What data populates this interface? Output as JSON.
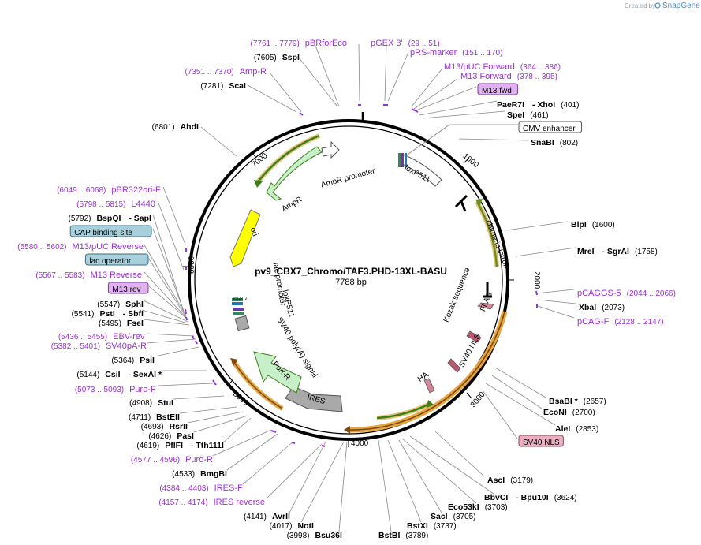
{
  "credit": {
    "created_by": "Created by",
    "brand": "SnapGene"
  },
  "map": {
    "title": "pv9_CBX7_Chromo/TAF3.PHD-13XL-BASU",
    "size": "7788 bp",
    "ticks": [
      "1000",
      "2000",
      "3000",
      "4000",
      "5000",
      "6000",
      "7000"
    ]
  },
  "features": [
    {
      "label": "loxP511"
    },
    {
      "label": "chimeric intron"
    },
    {
      "label": "Kozak sequence"
    },
    {
      "label": "FLAG"
    },
    {
      "label": "SV40 NLS"
    },
    {
      "label": "HA"
    },
    {
      "label": "IRES"
    },
    {
      "label": "PuroR"
    },
    {
      "label": "SV40 poly(A) signal"
    },
    {
      "label": "loxP511"
    },
    {
      "label": "lac promoter"
    },
    {
      "label": "ori"
    },
    {
      "label": "AmpR"
    },
    {
      "label": "AmpR promoter"
    },
    {
      "label": "lox2272"
    }
  ],
  "labels": [
    {
      "kind": "primer",
      "name": "pBRforEco",
      "pos": "(7761 .. 7779)"
    },
    {
      "kind": "primer",
      "name": "pGEX 3'",
      "pos": "(29 .. 51)"
    },
    {
      "kind": "enzyme",
      "name": "SspI",
      "pos": "(7605)"
    },
    {
      "kind": "primer",
      "name": "pRS-marker",
      "pos": "(151 .. 170)"
    },
    {
      "kind": "primer",
      "name": "Amp-R",
      "pos": "(7351 .. 7370)"
    },
    {
      "kind": "primer",
      "name": "M13/pUC Forward",
      "pos": "(364 .. 386)"
    },
    {
      "kind": "primer",
      "name": "M13 Forward",
      "pos": "(378 .. 395)"
    },
    {
      "kind": "enzyme",
      "name": "ScaI",
      "pos": "(7281)"
    },
    {
      "kind": "box",
      "name": "M13 fwd"
    },
    {
      "kind": "enzyme",
      "name": "PaeR7I",
      "name2": "XhoI",
      "pos": "(401)"
    },
    {
      "kind": "enzyme",
      "name": "SpeI",
      "pos": "(461)"
    },
    {
      "kind": "box",
      "name": "CMV enhancer"
    },
    {
      "kind": "enzyme",
      "name": "AhdI",
      "pos": "(6801)"
    },
    {
      "kind": "enzyme",
      "name": "SnaBI",
      "pos": "(802)"
    },
    {
      "kind": "primer",
      "name": "pBR322ori-F",
      "pos": "(6049 .. 6068)"
    },
    {
      "kind": "primer",
      "name": "L4440",
      "pos": "(5798 .. 5815)"
    },
    {
      "kind": "enzyme",
      "name": "BspQI",
      "name2": "SapI",
      "pos": "(5792)"
    },
    {
      "kind": "enzyme",
      "name": "BlpI",
      "pos": "(1600)"
    },
    {
      "kind": "box",
      "name": "CAP binding site"
    },
    {
      "kind": "enzyme",
      "name": "MreI",
      "name2": "SgrAI",
      "pos": "(1758)"
    },
    {
      "kind": "primer",
      "name": "M13/pUC Reverse",
      "pos": "(5580 .. 5602)"
    },
    {
      "kind": "box",
      "name": "lac operator"
    },
    {
      "kind": "primer",
      "name": "M13 Reverse",
      "pos": "(5567 .. 5583)"
    },
    {
      "kind": "box",
      "name": "M13 rev"
    },
    {
      "kind": "primer",
      "name": "pCAGGS-5",
      "pos": "(2044 .. 2066)"
    },
    {
      "kind": "enzyme",
      "name": "SphI",
      "pos": "(5547)"
    },
    {
      "kind": "enzyme",
      "name": "XbaI",
      "pos": "(2073)"
    },
    {
      "kind": "enzyme",
      "name": "PstI",
      "name2": "SbfI",
      "pos": "(5541)"
    },
    {
      "kind": "enzyme",
      "name": "FseI",
      "pos": "(5495)"
    },
    {
      "kind": "primer",
      "name": "pCAG-F",
      "pos": "(2128 .. 2147)"
    },
    {
      "kind": "primer",
      "name": "EBV-rev",
      "pos": "(5436 .. 5455)"
    },
    {
      "kind": "primer",
      "name": "SV40pA-R",
      "pos": "(5382 .. 5401)"
    },
    {
      "kind": "enzyme",
      "name": "PsiI",
      "pos": "(5364)"
    },
    {
      "kind": "enzyme",
      "name": "CsiI",
      "name2": "SexAI *",
      "pos": "(5144)"
    },
    {
      "kind": "primer",
      "name": "Puro-F",
      "pos": "(5073 .. 5093)"
    },
    {
      "kind": "enzyme",
      "name": "StuI",
      "pos": "(4908)"
    },
    {
      "kind": "enzyme",
      "name": "BsaBI *",
      "pos": "(2657)"
    },
    {
      "kind": "enzyme",
      "name": "BstEII",
      "pos": "(4711)"
    },
    {
      "kind": "enzyme",
      "name": "EcoNI",
      "pos": "(2700)"
    },
    {
      "kind": "enzyme",
      "name": "RsrII",
      "pos": "(4693)"
    },
    {
      "kind": "enzyme",
      "name": "AleI",
      "pos": "(2853)"
    },
    {
      "kind": "enzyme",
      "name": "PasI",
      "pos": "(4626)"
    },
    {
      "kind": "box",
      "name": "SV40 NLS"
    },
    {
      "kind": "enzyme",
      "name": "PflFI",
      "name2": "Tth111I",
      "pos": "(4619)"
    },
    {
      "kind": "primer",
      "name": "Puro-R",
      "pos": "(4577 .. 4596)"
    },
    {
      "kind": "enzyme",
      "name": "BmgBI",
      "pos": "(4533)"
    },
    {
      "kind": "enzyme",
      "name": "AscI",
      "pos": "(3179)"
    },
    {
      "kind": "primer",
      "name": "IRES-F",
      "pos": "(4384 .. 4403)"
    },
    {
      "kind": "enzyme",
      "name": "BbvCI",
      "name2": "Bpu10I",
      "pos": "(3624)"
    },
    {
      "kind": "primer",
      "name": "IRES reverse",
      "pos": "(4157 .. 4174)"
    },
    {
      "kind": "enzyme",
      "name": "Eco53kI",
      "pos": "(3703)"
    },
    {
      "kind": "enzyme",
      "name": "AvrII",
      "pos": "(4141)"
    },
    {
      "kind": "enzyme",
      "name": "SacI",
      "pos": "(3705)"
    },
    {
      "kind": "enzyme",
      "name": "NotI",
      "pos": "(4017)"
    },
    {
      "kind": "enzyme",
      "name": "BstXI",
      "pos": "(3737)"
    },
    {
      "kind": "enzyme",
      "name": "Bsu36I",
      "pos": "(3998)"
    },
    {
      "kind": "enzyme",
      "name": "BstBI",
      "pos": "(3789)"
    }
  ]
}
